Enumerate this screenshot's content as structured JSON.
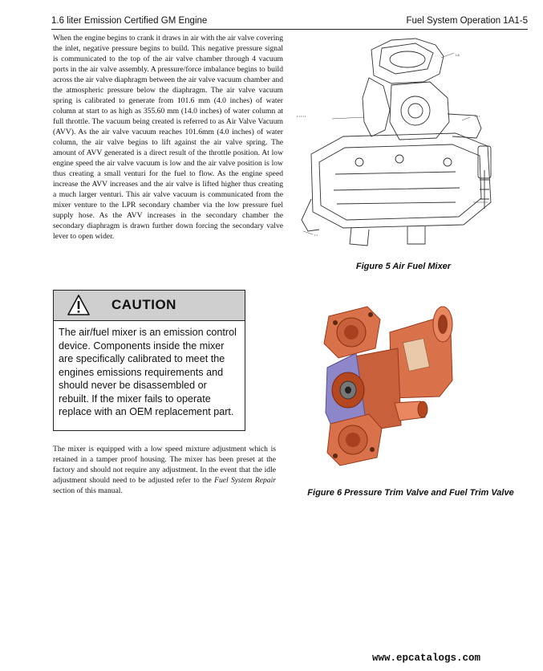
{
  "header": {
    "left": "1.6 liter Emission Certified GM Engine",
    "right": "Fuel System Operation 1A1-5"
  },
  "text_block_1": "When the engine begins to crank it draws in air with the air valve covering the inlet, negative pressure begins to build. This negative pressure signal is communicated to the top of the air valve chamber through 4 vacuum ports in the air valve assembly.  A pressure/force imbalance begins to build across the air valve diaphragm between the air valve vacuum chamber and the atmospheric pressure below the diaphragm. The air valve vacuum spring is calibrated to generate from 101.6 mm (4.0 inches) of water column at start to as high as 355.60 mm (14.0 inches) of water column at full throttle.  The vacuum being created is referred to as Air Valve Vacuum (AVV). As the air valve vacuum reaches 101.6mm (4.0 inches) of water column, the air valve begins to lift against the air valve spring.  The amount of AVV generated is a direct result of the throttle position.  At low engine speed the air valve vacuum is low and the air valve position is low thus creating a small venturi for the fuel to flow.  As the engine speed increase the AVV increases and the air valve is lifted higher thus creating a much larger venturi.  This air valve vacuum is communicated from the mixer venture to the LPR secondary chamber via the low pressure fuel supply hose.  As the AVV increases in the secondary chamber the secondary diaphragm is drawn further down forcing the secondary valve lever to open wider.",
  "caution": {
    "title": "CAUTION",
    "text": "The air/fuel mixer is an emission control device. Components inside the mixer are specifically calibrated to meet the engines emissions requirements and should never be disassembled or rebuilt. If the mixer fails to operate replace with an OEM replacement part."
  },
  "text_block_2": {
    "before": "The mixer is equipped with a low speed mixture adjustment which is retained in a tamper proof housing.   The mixer has been preset at the factory and should not require any adjustment.  In the event that the idle adjustment should need to be adjusted refer to the ",
    "emphasis": "Fuel System Repair",
    "after": " section of this manual."
  },
  "figure5": {
    "caption": "Figure 5 Air Fuel Mixer"
  },
  "figure6": {
    "caption": "Figure 6 Pressure Trim Valve and Fuel Trim Valve"
  },
  "footer": {
    "url": "www.epcatalogs.com"
  },
  "colors": {
    "valve_body": "#d9714a",
    "valve_shadow": "#9a3a1c",
    "diaphragm": "#8d86c9",
    "caution_header": "#cfcfcf"
  }
}
